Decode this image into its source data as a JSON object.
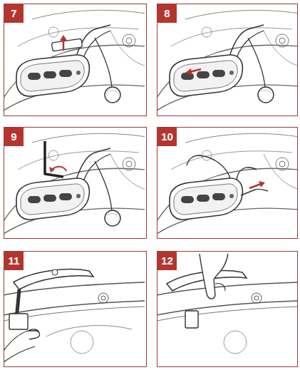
{
  "diagram": {
    "nodes": [
      {
        "text": [
          "7"
        ]
      },
      {
        "text": [
          "8"
        ]
      },
      {
        "text": [
          "9"
        ]
      },
      {
        "text": [
          "10"
        ]
      },
      {
        "text": [
          "11"
        ]
      },
      {
        "text": [
          "12"
        ]
      }
    ]
  }
}
